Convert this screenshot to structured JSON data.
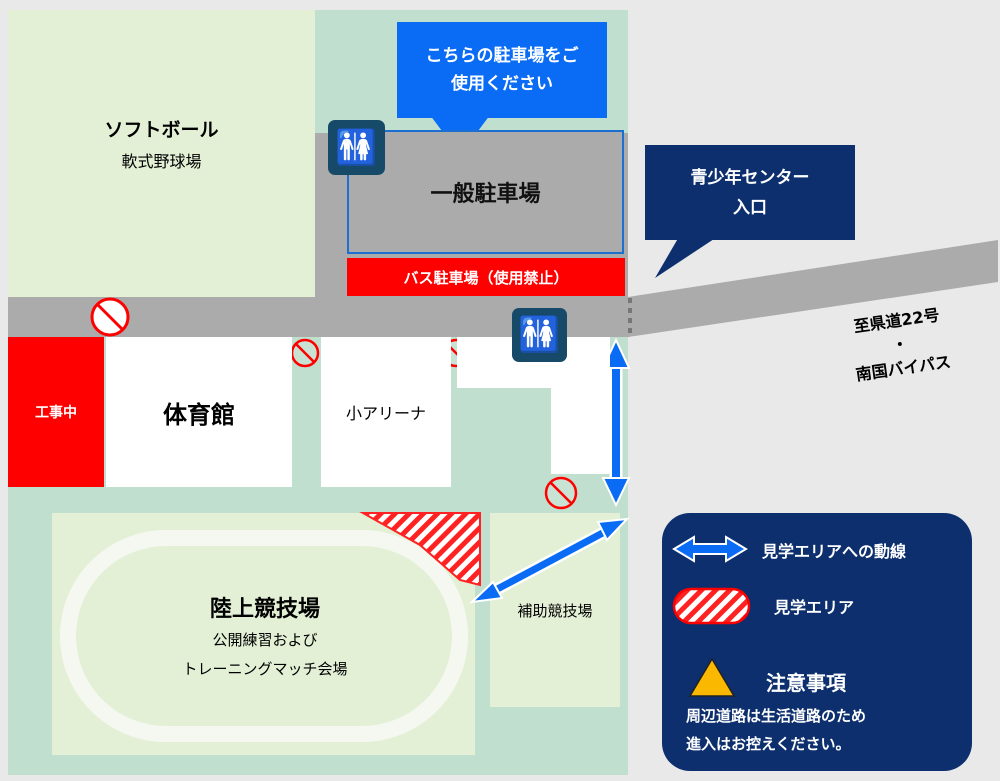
{
  "labels": {
    "softball_line1": "ソフトボール",
    "softball_line2": "軟式野球場",
    "parking_callout_line1": "こちらの駐車場をご",
    "parking_callout_line2": "使用ください",
    "general_parking": "一般駐車場",
    "bus_parking": "バス駐車場（使用禁止）",
    "entrance_line1": "青少年センター",
    "entrance_line2": "入口",
    "road_line1": "至県道22号",
    "road_line2": "・",
    "road_line3": "南国バイパス",
    "construction": "工事中",
    "gym": "体育館",
    "small_arena": "小アリーナ",
    "stadium_title": "陸上競技場",
    "stadium_line1": "公開練習および",
    "stadium_line2": "トレーニングマッチ会場",
    "sub_field": "補助競技場"
  },
  "legend": {
    "route": "見学エリアへの動線",
    "area": "見学エリア",
    "caution_title": "注意事項",
    "caution_line1": "周辺道路は生活道路のため",
    "caution_line2": "進入はお控えください。"
  },
  "colors": {
    "callout_blue": "#0a6cf5",
    "navy": "#0d2f6e",
    "red": "#ff0000",
    "road": "#ababab"
  }
}
